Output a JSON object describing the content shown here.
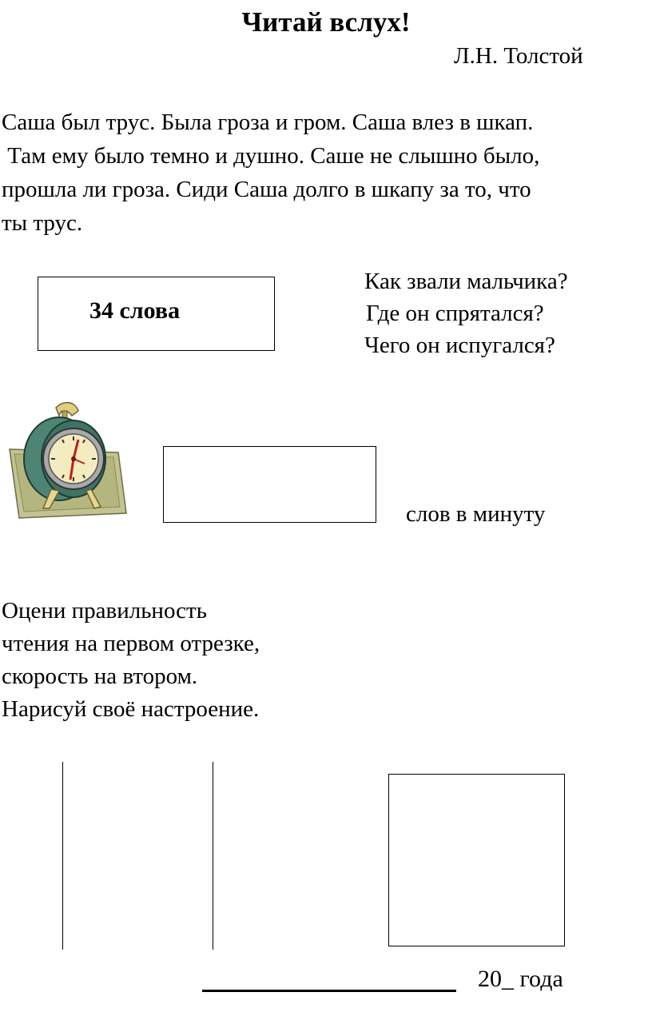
{
  "header": {
    "title": "Читай вслух!",
    "author": "Л.Н. Толстой"
  },
  "story": {
    "lines": [
      "Саша был трус. Была гроза и гром. Саша влез в шкап.",
      " Там ему было темно и душно. Саше не слышно было,",
      "прошла ли гроза. Сиди Саша долго в шкапу за то, что",
      "ты трус."
    ]
  },
  "word_count": {
    "label": "34 слова"
  },
  "questions": [
    "Как звали мальчика?",
    "Где он спрятался?",
    "Чего он испугался?"
  ],
  "speed": {
    "label": "слов в минуту",
    "icon": "alarm-clock-icon"
  },
  "instructions": {
    "lines": [
      "Оцени правильность",
      "чтения на первом отрезке,",
      "скорость на втором.",
      "Нарисуй своё настроение."
    ]
  },
  "footer": {
    "year_label": "20_ года"
  }
}
